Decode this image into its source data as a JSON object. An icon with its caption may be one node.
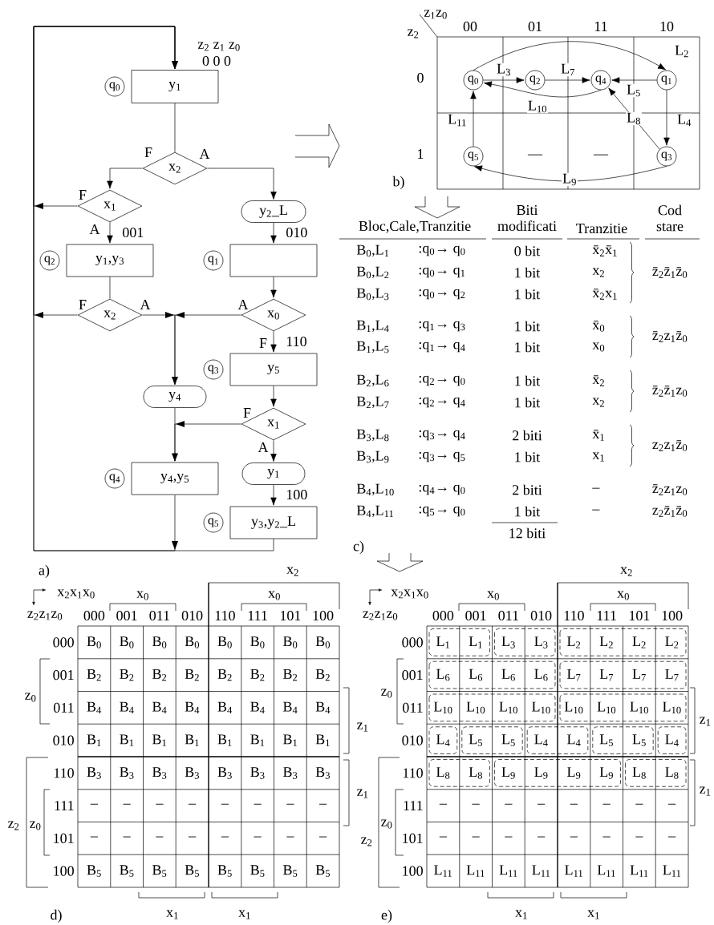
{
  "diagram": {
    "nodes": [
      {
        "text": [
          "y$_{1}$"
        ]
      },
      {
        "text": [
          "x$_{2}$"
        ]
      },
      {
        "text": [
          "x$_{1}$"
        ]
      },
      {
        "text": [
          "y$_{2}$_L"
        ]
      },
      {
        "text": [
          "y$_{1}$,y$_{3}$"
        ],
        "beside": [
          "001"
        ]
      },
      {
        "text": [],
        "shape": "box",
        "beside": [
          "010"
        ]
      },
      {
        "text": [
          "x$_{2}$"
        ]
      },
      {
        "text": [
          "x$_{0}$"
        ]
      },
      {
        "text": [
          "y$_{5}$"
        ],
        "beside": [
          "110"
        ]
      },
      {
        "text": [
          "y$_{4}$"
        ]
      },
      {
        "text": [
          "x$_{1}$"
        ]
      },
      {
        "text": [
          "y$_{1}$"
        ]
      },
      {
        "text": [
          "y$_{4}$,y$_{5}$"
        ]
      },
      {
        "text": [
          "y$_{3}$,y$_{2}$_L"
        ],
        "beside": [
          "100"
        ]
      },
      {
        "text": [
          "q$_{0}$"
        ]
      },
      {
        "text": [
          "q$_{2}$"
        ]
      },
      {
        "text": [
          "q$_{4}$"
        ]
      },
      {
        "text": [
          "q$_{1}$"
        ]
      },
      {
        "text": [
          "q$_{5}$"
        ]
      },
      {
        "text": [
          "q$_{3}$"
        ]
      },
      {
        "text": [
          "q$_{0}$"
        ]
      },
      {
        "text": [
          "q$_{2}$"
        ]
      },
      {
        "text": [
          "q$_{1}$"
        ]
      },
      {
        "text": [
          "q$_{3}$"
        ]
      },
      {
        "text": [
          "q$_{4}$"
        ]
      },
      {
        "text": [
          "q$_{5}$"
        ]
      }
    ],
    "edges": [
      {
        "from": 0,
        "to": 1,
        "arrow": "none"
      },
      {
        "from": 1,
        "to": 2,
        "arrow": "to",
        "label": "F"
      },
      {
        "from": 1,
        "to": 3,
        "arrow": "to",
        "label": "A"
      },
      {
        "from": 2,
        "to": 0,
        "arrow": "to",
        "label": "F"
      },
      {
        "from": 2,
        "to": 4,
        "arrow": "to",
        "label": "A"
      },
      {
        "from": 3,
        "to": 5,
        "arrow": "to"
      },
      {
        "from": 4,
        "to": 6,
        "arrow": "none"
      },
      {
        "from": 5,
        "to": 7,
        "arrow": "to"
      },
      {
        "from": 6,
        "to": 0,
        "arrow": "to",
        "label": "F"
      },
      {
        "from": 6,
        "to": 9,
        "arrow": "to",
        "label": "A"
      },
      {
        "from": 7,
        "to": 9,
        "arrow": "to",
        "label": "A"
      },
      {
        "from": 7,
        "to": 8,
        "arrow": "to",
        "label": "F"
      },
      {
        "from": 8,
        "to": 10,
        "arrow": "to"
      },
      {
        "from": 9,
        "to": 12,
        "arrow": "to"
      },
      {
        "from": 10,
        "to": 12,
        "arrow": "to",
        "label": "F"
      },
      {
        "from": 10,
        "to": 11,
        "arrow": "to",
        "label": "A"
      },
      {
        "from": 11,
        "to": 13,
        "arrow": "to"
      },
      {
        "from": 12,
        "to": 0,
        "arrow": "to"
      },
      {
        "from": 13,
        "to": 0,
        "arrow": "to"
      },
      {
        "from": 14,
        "to": 17,
        "arrow": "to",
        "label": "L$_{2}$"
      },
      {
        "from": 14,
        "to": 15,
        "arrow": "to",
        "label": "L$_{3}$"
      },
      {
        "from": 15,
        "to": 16,
        "arrow": "to",
        "label": "L$_{7}$"
      },
      {
        "from": 17,
        "to": 16,
        "arrow": "to",
        "label": "L$_{5}$"
      },
      {
        "from": 17,
        "to": 19,
        "arrow": "to",
        "label": "L$_{4}$"
      },
      {
        "from": 19,
        "to": 16,
        "arrow": "to",
        "label": "L$_{8}$"
      },
      {
        "from": 16,
        "to": 14,
        "arrow": "to",
        "label": "L$_{10}$"
      },
      {
        "from": 19,
        "to": 18,
        "arrow": "to",
        "label": "L$_{9}$"
      },
      {
        "from": 18,
        "to": 14,
        "arrow": "to",
        "label": "L$_{11}$"
      }
    ],
    "labels": [
      "z$_{2}$ z$_{1}$ z$_{0}$",
      "0 0 0",
      "a)",
      "z$_{1}$z$_{0}$",
      "z$_{2}$",
      "00",
      "01",
      "11",
      "10",
      "0",
      "1",
      "—",
      "—",
      "b)",
      "Bloc,Cale,Tranzitie",
      "Biti modificati",
      "Tranzitie",
      "Cod stare",
      "B$_{0}$,L$_{1}$",
      ":q$_{0}$→ q$_{0}$",
      "0 bit",
      "x̄$_{2}$x̄$_{1}$",
      "B$_{0}$,L$_{2}$",
      ":q$_{0}$→ q$_{1}$",
      "1 bit",
      "x$_{2}$",
      "z̄$_{2}$z̄$_{1}$z̄$_{0}$",
      "B$_{0}$,L$_{3}$",
      ":q$_{0}$→ q$_{2}$",
      "1 bit",
      "x̄$_{2}$x$_{1}$",
      "B$_{1}$,L$_{4}$",
      ":q$_{1}$→ q$_{3}$",
      "1 bit",
      "x̄$_{0}$",
      "z̄$_{2}$z$_{1}$z̄$_{0}$",
      "B$_{1}$,L$_{5}$",
      ":q$_{1}$→ q$_{4}$",
      "1 bit",
      "x$_{0}$",
      "B$_{2}$,L$_{6}$",
      ":q$_{2}$→ q$_{0}$",
      "1 bit",
      "x̄$_{2}$",
      "z̄$_{2}$z̄$_{1}$z$_{0}$",
      "B$_{2}$,L$_{7}$",
      ":q$_{2}$→ q$_{4}$",
      "1 bit",
      "x$_{2}$",
      "B$_{3}$,L$_{8}$",
      ":q$_{3}$→ q$_{4}$",
      "2 biti",
      "x̄$_{1}$",
      "z$_{2}$z$_{1}$z̄$_{0}$",
      "B$_{3}$,L$_{9}$",
      ":q$_{3}$→ q$_{5}$",
      "1 bit",
      "x$_{1}$",
      "B$_{4}$,L$_{10}$",
      ":q$_{4}$→ q$_{0}$",
      "2 biti",
      "–",
      "z̄$_{2}$z$_{1}$z$_{0}$",
      "B$_{4}$,L$_{11}$",
      ":q$_{5}$→ q$_{0}$",
      "1 bit",
      "–",
      "z$_{2}$z̄$_{1}$z̄$_{0}$",
      "12 biti",
      "c)",
      "x$_{2}$x$_{1}$x$_{0}$",
      "z$_{2}$z$_{1}$z$_{0}$",
      "x$_{2}$",
      "x$_{0}$",
      "x$_{0}$",
      "000",
      "001",
      "011",
      "010",
      "110",
      "111",
      "101",
      "100",
      "000",
      "B$_{0}$",
      "B$_{0}$",
      "B$_{0}$",
      "B$_{0}$",
      "B$_{0}$",
      "B$_{0}$",
      "B$_{0}$",
      "B$_{0}$",
      "001",
      "B$_{2}$",
      "B$_{2}$",
      "B$_{2}$",
      "B$_{2}$",
      "B$_{2}$",
      "B$_{2}$",
      "B$_{2}$",
      "B$_{2}$",
      "011",
      "B$_{4}$",
      "B$_{4}$",
      "B$_{4}$",
      "B$_{4}$",
      "B$_{4}$",
      "B$_{4}$",
      "B$_{4}$",
      "B$_{4}$",
      "010",
      "B$_{1}$",
      "B$_{1}$",
      "B$_{1}$",
      "B$_{1}$",
      "B$_{1}$",
      "B$_{1}$",
      "B$_{1}$",
      "B$_{1}$",
      "110",
      "B$_{3}$",
      "B$_{3}$",
      "B$_{3}$",
      "B$_{3}$",
      "B$_{3}$",
      "B$_{3}$",
      "B$_{3}$",
      "B$_{3}$",
      "111",
      "–",
      "–",
      "–",
      "–",
      "–",
      "–",
      "–",
      "–",
      "101",
      "–",
      "–",
      "–",
      "–",
      "–",
      "–",
      "–",
      "–",
      "100",
      "B$_{5}$",
      "B$_{5}$",
      "B$_{5}$",
      "B$_{5}$",
      "B$_{5}$",
      "B$_{5}$",
      "B$_{5}$",
      "B$_{5}$",
      "z$_{0}$",
      "z$_{1}$",
      "z$_{1}$",
      "z$_{2}$",
      "z$_{0}$",
      "x$_{1}$",
      "x$_{1}$",
      "d)",
      "x$_{2}$x$_{1}$x$_{0}$",
      "z$_{2}$z$_{1}$z$_{0}$",
      "x$_{2}$",
      "x$_{0}$",
      "x$_{0}$",
      "000",
      "001",
      "011",
      "010",
      "110",
      "111",
      "101",
      "100",
      "000",
      "L$_{1}$",
      "L$_{1}$",
      "L$_{3}$",
      "L$_{3}$",
      "L$_{2}$",
      "L$_{2}$",
      "L$_{2}$",
      "L$_{2}$",
      "001",
      "L$_{6}$",
      "L$_{6}$",
      "L$_{6}$",
      "L$_{6}$",
      "L$_{7}$",
      "L$_{7}$",
      "L$_{7}$",
      "L$_{7}$",
      "011",
      "L$_{10}$",
      "L$_{10}$",
      "L$_{10}$",
      "L$_{10}$",
      "L$_{10}$",
      "L$_{10}$",
      "L$_{10}$",
      "L$_{10}$",
      "010",
      "L$_{4}$",
      "L$_{5}$",
      "L$_{5}$",
      "L$_{4}$",
      "L$_{4}$",
      "L$_{5}$",
      "L$_{5}$",
      "L$_{4}$",
      "110",
      "L$_{8}$",
      "L$_{8}$",
      "L$_{9}$",
      "L$_{9}$",
      "L$_{9}$",
      "L$_{9}$",
      "L$_{8}$",
      "L$_{8}$",
      "111",
      "–",
      "–",
      "–",
      "–",
      "–",
      "–",
      "–",
      "–",
      "101",
      "–",
      "–",
      "–",
      "–",
      "–",
      "–",
      "–",
      "–",
      "100",
      "L$_{11}$",
      "L$_{11}$",
      "L$_{11}$",
      "L$_{11}$",
      "L$_{11}$",
      "L$_{11}$",
      "L$_{11}$",
      "L$_{11}$",
      "z$_{0}$",
      "z$_{2}$",
      "z$_{0}$",
      "z$_{1}$",
      "z$_{1}$",
      "x$_{1}$",
      "x$_{1}$",
      "e)"
    ]
  }
}
